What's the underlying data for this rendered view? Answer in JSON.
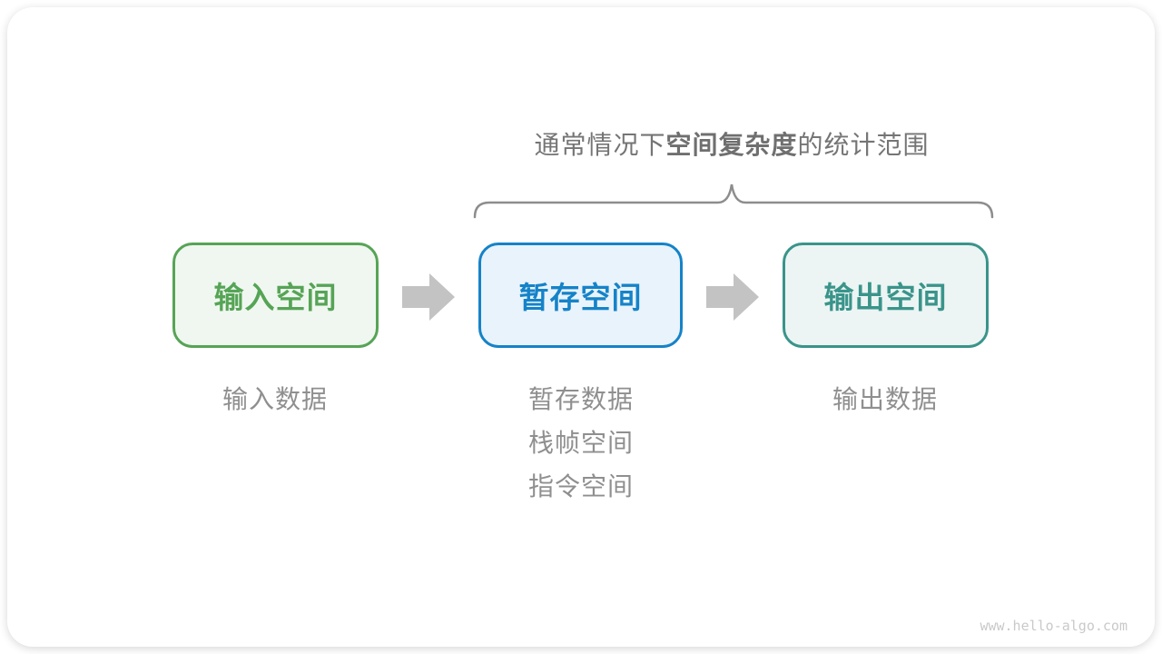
{
  "title": {
    "prefix": "通常情况下",
    "bold": "空间复杂度",
    "suffix": "的统计范围"
  },
  "boxes": [
    {
      "id": "input-space",
      "label": "输入空间",
      "sublabels": [
        "输入数据"
      ],
      "border_color": "#56A456",
      "fill_color": "#F0F7F0",
      "text_color": "#56A456"
    },
    {
      "id": "temp-space",
      "label": "暂存空间",
      "sublabels": [
        "暂存数据",
        "栈帧空间",
        "指令空间"
      ],
      "border_color": "#1583C8",
      "fill_color": "#E9F3FB",
      "text_color": "#1583C8"
    },
    {
      "id": "output-space",
      "label": "输出空间",
      "sublabels": [
        "输出数据"
      ],
      "border_color": "#3A948A",
      "fill_color": "#ECF5F4",
      "text_color": "#3A948A"
    }
  ],
  "icons": {
    "arrow_1": "arrow-right",
    "arrow_2": "arrow-right",
    "brace": "curly-brace"
  },
  "colors": {
    "arrow": "#C3C3C3",
    "brace": "#8D8D8D",
    "title_text": "#757575",
    "sublabel_text": "#8F8F8F",
    "watermark_text": "#C9C9C9",
    "card_background": "#FFFFFF"
  },
  "watermark": "www.hello-algo.com"
}
